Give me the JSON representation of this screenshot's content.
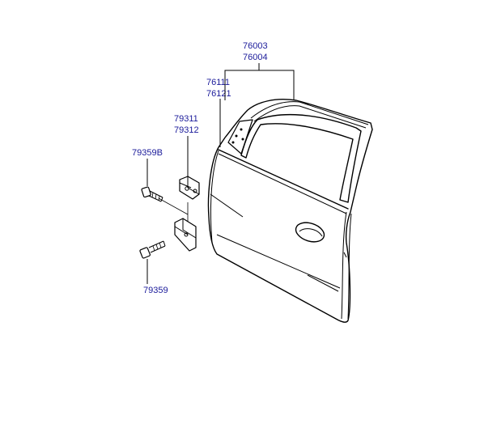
{
  "labels": {
    "door_main": "76003",
    "door_main_alt": "76004",
    "weatherstrip": "76111",
    "weatherstrip_alt": "76121",
    "hinge": "79311",
    "hinge_alt": "79312",
    "bolt_upper": "79359B",
    "bolt_lower": "79359"
  },
  "colors": {
    "label": "#1a1a9a",
    "line": "#000000"
  }
}
